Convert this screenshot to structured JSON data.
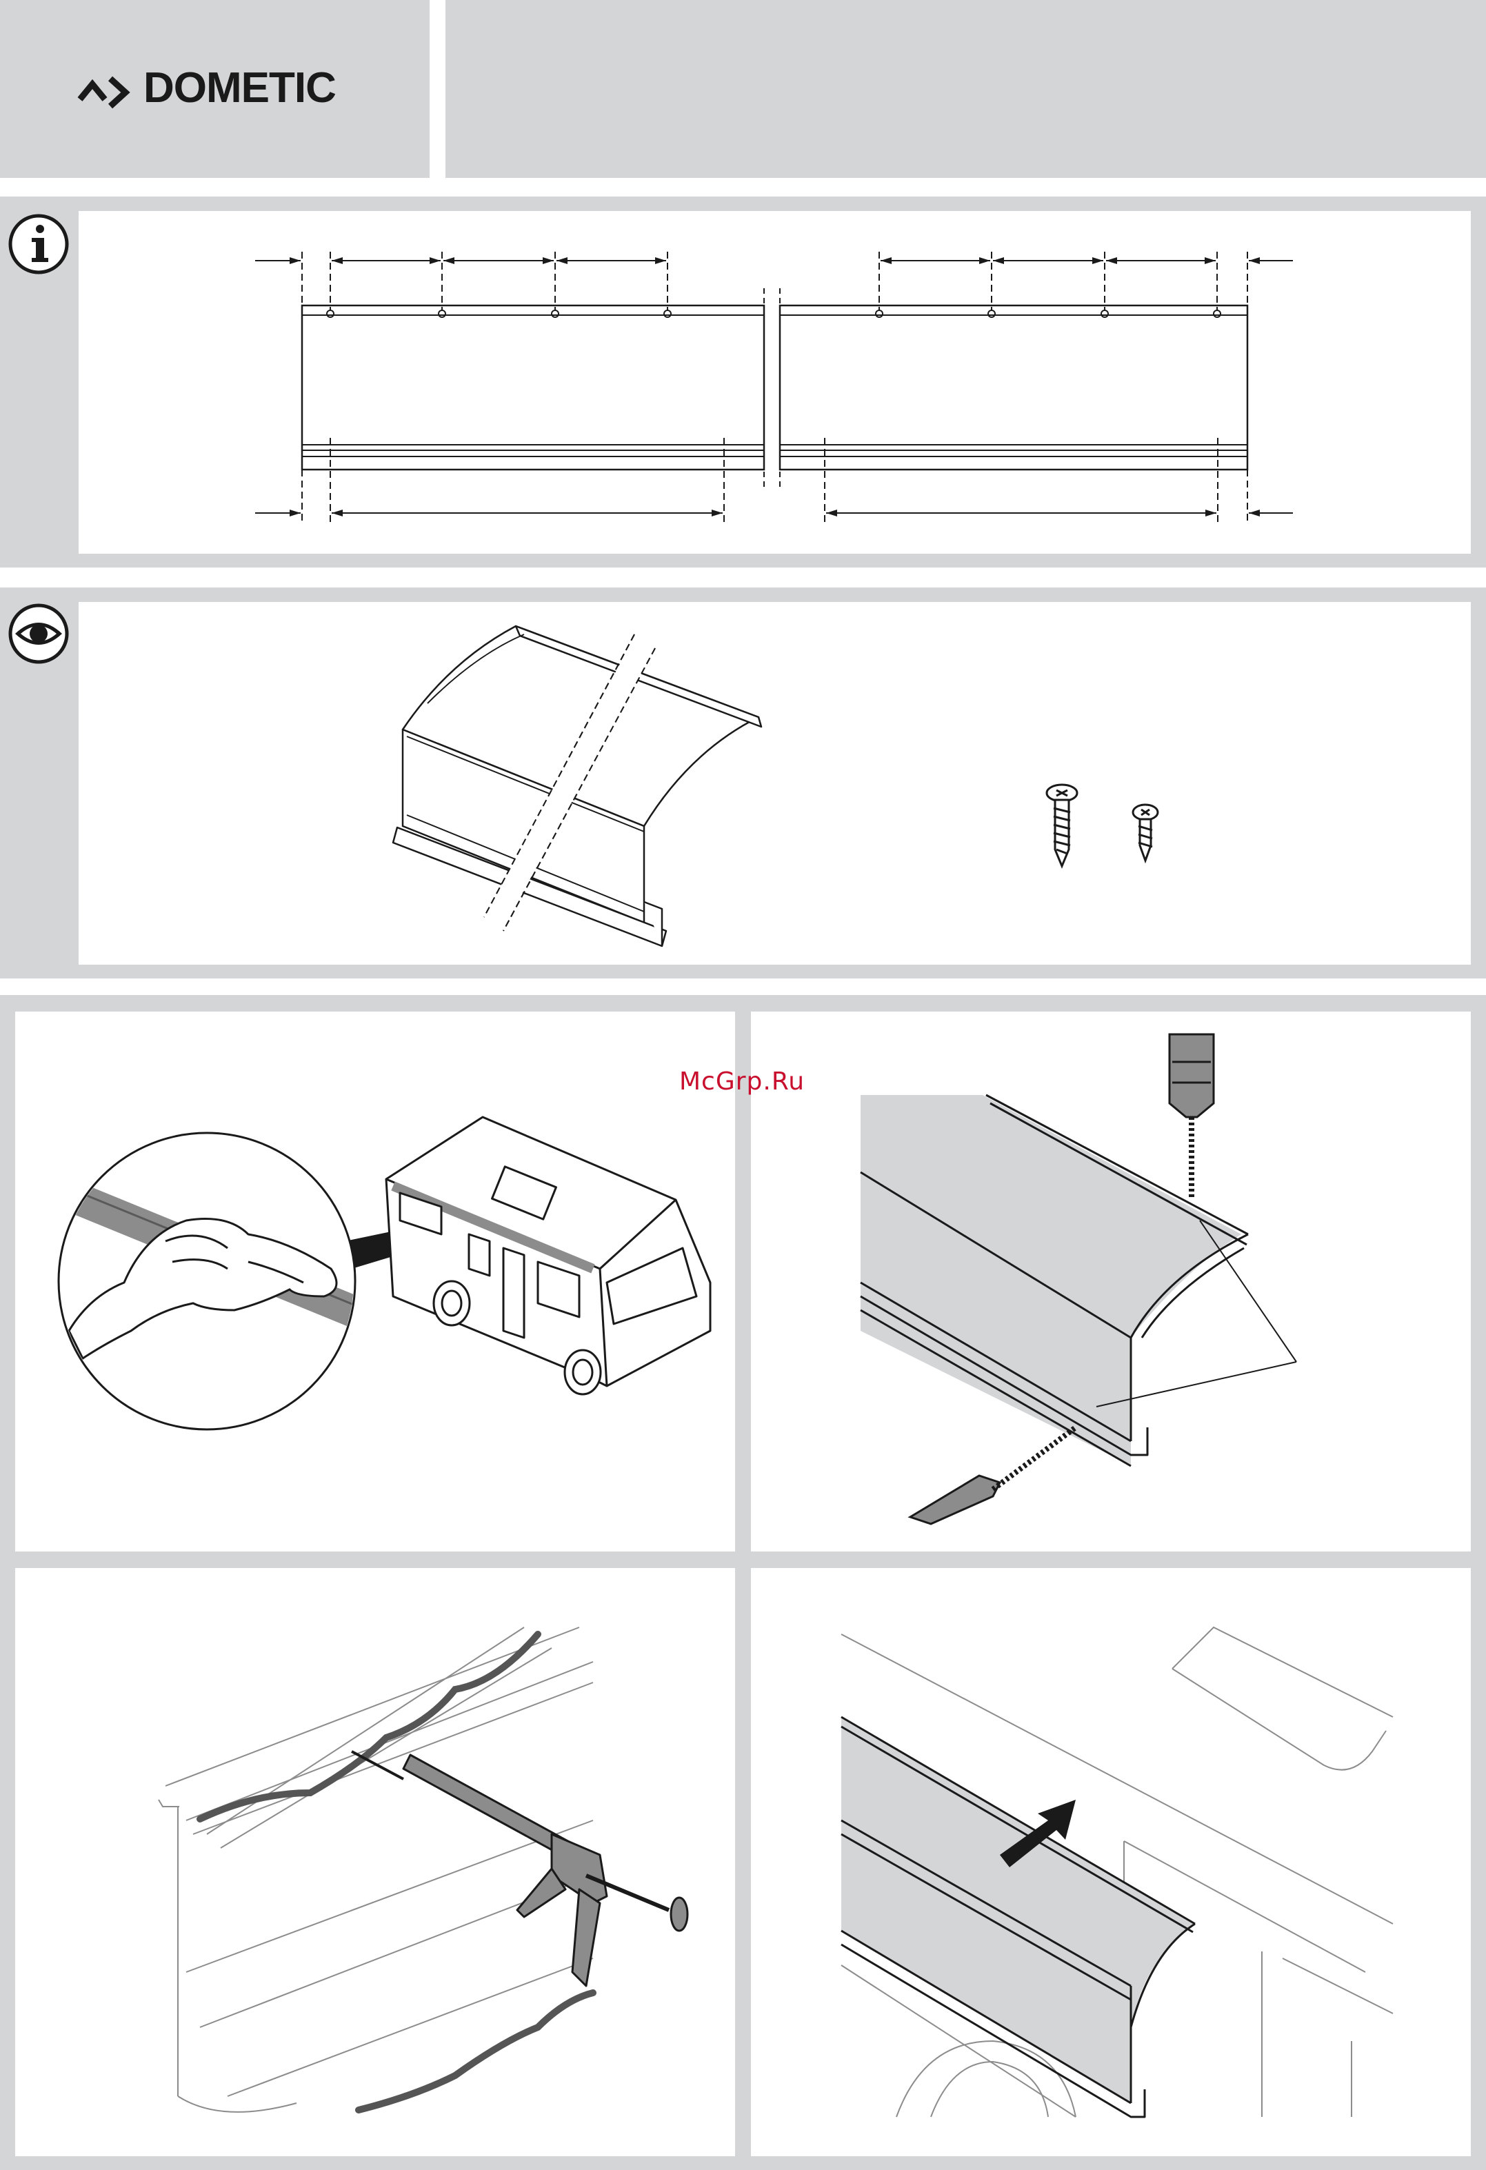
{
  "header": {
    "brand": "DOMETIC",
    "brand_icon": "dometic-chevron-logo"
  },
  "sections": {
    "info_icon": "info-icon",
    "eye_icon": "eye-icon"
  },
  "watermark": "McGrp.Ru",
  "colors": {
    "band_gray": "#d4d5d7",
    "line_dark": "#1a1a1a",
    "profile_fill": "#dcdcdc",
    "watermark_red": "#c8102e"
  }
}
